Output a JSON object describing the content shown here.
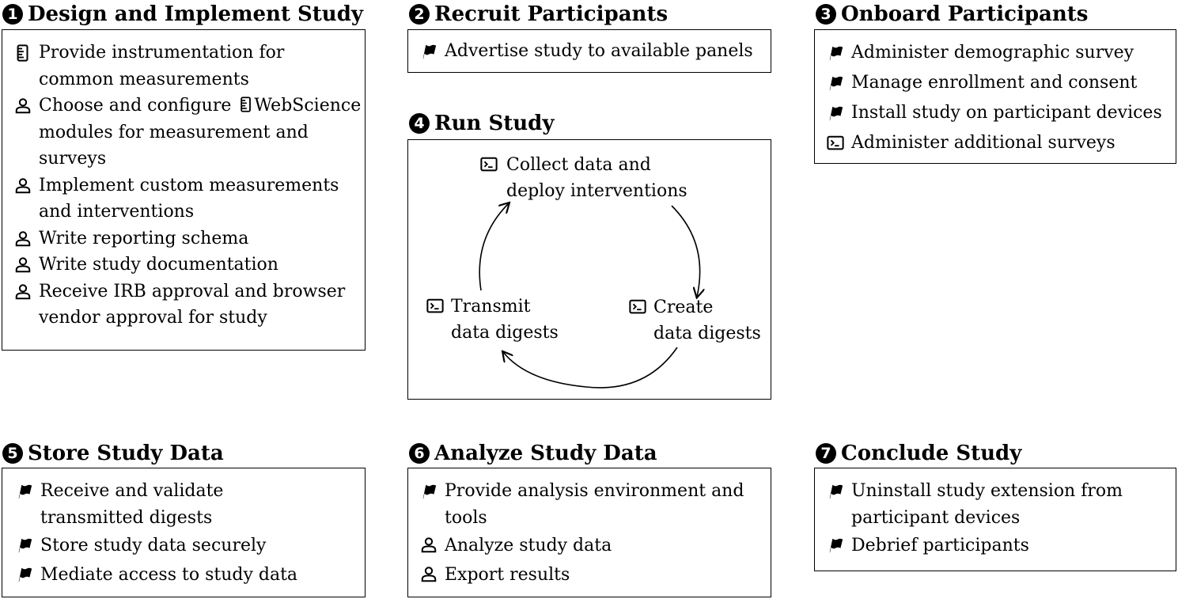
{
  "sections": {
    "s1": {
      "number": "1",
      "title": "Design and Implement Study",
      "items": [
        {
          "icon": "ruler-icon",
          "line1": "Provide instrumentation for",
          "line2": "common measurements"
        },
        {
          "icon": "person-icon",
          "line1": "Choose and configure",
          "inline_icon": "ruler-icon",
          "line1b": "WebScience",
          "line2": "modules for measurement and",
          "line3": "surveys"
        },
        {
          "icon": "person-icon",
          "line1": "Implement custom measurements",
          "line2": "and interventions"
        },
        {
          "icon": "person-icon",
          "line1": "Write reporting schema"
        },
        {
          "icon": "person-icon",
          "line1": "Write study documentation"
        },
        {
          "icon": "person-icon",
          "line1": "Receive IRB approval and browser",
          "line2": "vendor approval for study"
        }
      ]
    },
    "s2": {
      "number": "2",
      "title": "Recruit Participants",
      "items": [
        {
          "icon": "flag-icon",
          "line1": "Advertise study to available panels"
        }
      ]
    },
    "s3": {
      "number": "3",
      "title": "Onboard Participants",
      "items": [
        {
          "icon": "flag-icon",
          "line1": "Administer demographic survey"
        },
        {
          "icon": "flag-icon",
          "line1": "Manage enrollment and consent"
        },
        {
          "icon": "flag-icon",
          "line1": "Install study on participant devices"
        },
        {
          "icon": "terminal-icon",
          "line1": "Administer additional surveys"
        }
      ]
    },
    "s4": {
      "number": "4",
      "title": "Run Study",
      "cycle": {
        "top": {
          "icon": "terminal-icon",
          "line1": "Collect data and",
          "line2": "deploy interventions"
        },
        "right": {
          "icon": "terminal-icon",
          "line1": "Create",
          "line2": "data digests"
        },
        "left": {
          "icon": "terminal-icon",
          "line1": "Transmit",
          "line2": "data digests"
        }
      }
    },
    "s5": {
      "number": "5",
      "title": "Store Study Data",
      "items": [
        {
          "icon": "flag-icon",
          "line1": "Receive and validate",
          "line2": "transmitted digests"
        },
        {
          "icon": "flag-icon",
          "line1": "Store study data securely"
        },
        {
          "icon": "flag-icon",
          "line1": "Mediate access to study data"
        }
      ]
    },
    "s6": {
      "number": "6",
      "title": "Analyze Study Data",
      "items": [
        {
          "icon": "flag-icon",
          "line1": "Provide analysis environment and",
          "line2": "tools"
        },
        {
          "icon": "person-icon",
          "line1": "Analyze study data"
        },
        {
          "icon": "person-icon",
          "line1": "Export results"
        }
      ]
    },
    "s7": {
      "number": "7",
      "title": "Conclude Study",
      "items": [
        {
          "icon": "flag-icon",
          "line1": "Uninstall study extension from",
          "line2": "participant devices"
        },
        {
          "icon": "flag-icon",
          "line1": "Debrief participants"
        }
      ]
    }
  }
}
